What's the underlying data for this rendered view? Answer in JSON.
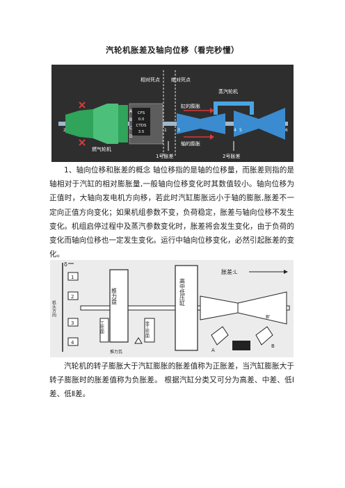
{
  "page": {
    "title": "汽轮机胀差及轴向位移（看完秒懂）"
  },
  "figure1": {
    "label_relative_dead_point": "相对死点",
    "label_absolute_dead_point": "绝对死点",
    "label_steam_turbine": "蒸汽轮机",
    "label_cylinder_expansion": "缸的膨胀",
    "label_shaft_expansion": "轴的膨胀",
    "label_gas_turbine": "燃气轮机",
    "label_expansion_1": "1号胀差",
    "label_expansion_2": "2号胀差",
    "letter_a": "A",
    "letter_b": "B",
    "letter_c": "C",
    "letter_d": "D",
    "num_1": "1",
    "num_2": "2",
    "num_3": "3",
    "num_4": "4",
    "num_5": "5",
    "num_6": "6",
    "readout_line1": "CFS",
    "readout_line2": "0.0",
    "readout_line3": "CTDS",
    "readout_line4": "3.5",
    "colors": {
      "background": "#2e2e2e",
      "rotor": "#3a8bd0",
      "pipe": "#49a6e3",
      "gas_turbine": "#2fa45a",
      "marker": "#d83a3a"
    }
  },
  "paragraph1": {
    "text": "1、轴向位移和胀差的概念  轴位移指的是轴的位移量，而胀差则指的是轴相对于汽缸的相对膨胀量,一般轴向位移变化时其数值较小。轴向位移为正值时，大轴向发电机方向移，若此时汽缸膨胀远小于轴的膨胀,胀差不一定向正值方向变化；如果机组参数不变，负荷稳定，胀差与轴向位移不发生变化。机组启停过程中及蒸汽参数变化时，胀差将会发生变化，由于负荷的变化而轴向位移也一定发生变化。运行中轴向位移变化，必然引起胀差的变化。"
  },
  "figure2": {
    "label_delta": "δ",
    "label_head_direction": "机头方向",
    "label_thrust_disc": "推力盘",
    "label_working_face": "工作面",
    "label_nonworking_face": "非工作面",
    "label_thrust_bearing": "推力瓦",
    "label_cylinder": "高中低压缸",
    "label_expansion_l": "胀差:L",
    "label_a": "A",
    "label_b": "B",
    "label_b_prime": "B'",
    "probe_1": "1",
    "probe_2": "2",
    "probe_3": "3",
    "probe_4": "4"
  },
  "paragraph2": {
    "text": "汽轮机的转子膨胀大于汽缸膨胀的胀差值称为正胀差，当汽缸膨胀大于转子膨胀时的胀差值称为负胀差。   根据汽缸分类又可分为高差、中差、低Ⅰ差、低Ⅱ差。"
  }
}
